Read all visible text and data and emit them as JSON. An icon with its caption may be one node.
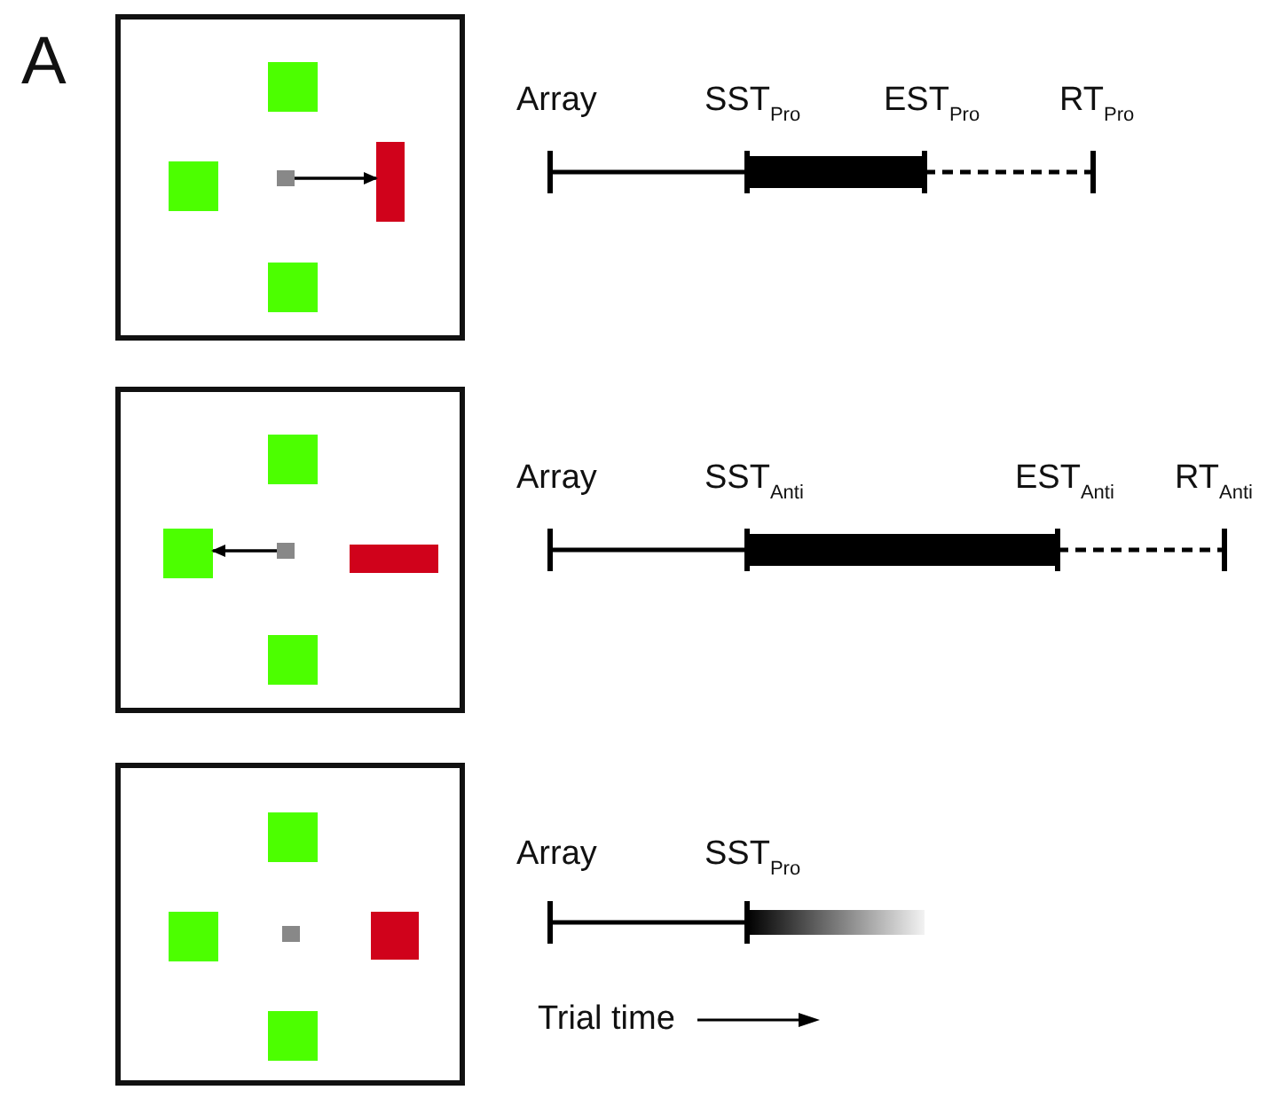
{
  "diagram": {
    "nodes": [
      {
        "text": [],
        "shape": "box"
      },
      {
        "text": [],
        "shape": "box",
        "in": 0
      },
      {
        "text": [],
        "shape": "box",
        "in": 0
      },
      {
        "text": [],
        "shape": "box",
        "in": 0
      },
      {
        "text": [],
        "shape": "bar",
        "in": 0
      },
      {
        "text": [],
        "shape": "box",
        "in": 0
      },
      {
        "text": [],
        "shape": "box"
      },
      {
        "text": [],
        "shape": "box",
        "in": 6
      },
      {
        "text": [],
        "shape": "box",
        "in": 6
      },
      {
        "text": [],
        "shape": "box",
        "in": 6
      },
      {
        "text": [],
        "shape": "bar",
        "in": 6
      },
      {
        "text": [],
        "shape": "box",
        "in": 6
      },
      {
        "text": [],
        "shape": "box"
      },
      {
        "text": [],
        "shape": "box",
        "in": 12
      },
      {
        "text": [],
        "shape": "box",
        "in": 12
      },
      {
        "text": [],
        "shape": "box",
        "in": 12
      },
      {
        "text": [],
        "shape": "box",
        "in": 12
      },
      {
        "text": [],
        "shape": "box",
        "in": 12
      }
    ],
    "edges": [
      {
        "from": 3,
        "to": 4,
        "arrow": "to"
      },
      {
        "from": 9,
        "to": 8,
        "arrow": "to"
      }
    ],
    "labels": [
      "A",
      "Array",
      "SST$_{Pro}$",
      "EST$_{Pro}$",
      "RT$_{Pro}$",
      "Array",
      "SST$_{Anti}$",
      "EST$_{Anti}$",
      "RT$_{Anti}$",
      "Array",
      "SST$_{Pro}$",
      "Trial time"
    ]
  }
}
